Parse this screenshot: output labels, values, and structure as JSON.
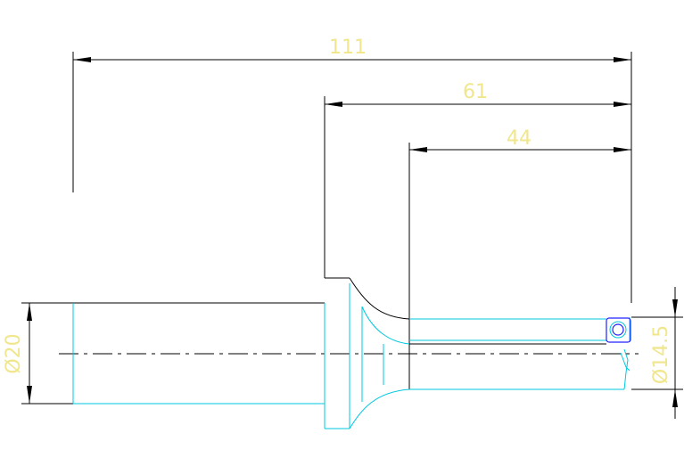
{
  "drawing": {
    "colors": {
      "background": "#ffffff",
      "dimension_text": "#f0e68c",
      "dimension_line": "#000000",
      "outline": "#00c8e0",
      "insert": "#2020ff"
    },
    "dimensions": {
      "overall_length": "111",
      "head_length": "61",
      "flute_length": "44",
      "shank_diameter": "Ø20",
      "cutting_diameter": "Ø14.5"
    }
  }
}
